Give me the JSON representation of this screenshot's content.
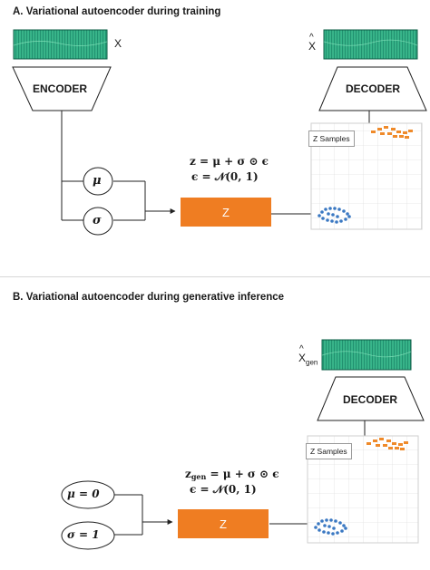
{
  "panel_a": {
    "title": "A. Variational autoencoder during training",
    "input_label": "X",
    "output_label": "X",
    "output_hat": "^",
    "encoder_label": "ENCODER",
    "decoder_label": "DECODER",
    "mu_label": "μ",
    "sigma_label": "σ",
    "z_label": "Z",
    "samples_label": "Z Samples",
    "equation_line1": "z = μ +  σ ⊙ ϵ",
    "equation_line2": "ϵ = 𝒩(0, 1)"
  },
  "panel_b": {
    "title": "B. Variational autoencoder during generative inference",
    "output_label": "X",
    "output_sub": "gen",
    "output_hat": "^",
    "decoder_label": "DECODER",
    "mu_label": "μ = 0",
    "sigma_label": "σ = 1",
    "z_label": "Z",
    "samples_label": "Z Samples",
    "equation_line1_prefix": "z",
    "equation_line1_sub": "gen",
    "equation_line1_rest": " = μ +  σ ⊙ ϵ",
    "equation_line2": "ϵ = 𝒩(0, 1)"
  },
  "colors": {
    "z_box": "#ef7d22",
    "cluster_blue": "#3a78c2",
    "cluster_orange": "#ef8a2a",
    "spectrogram": "#2fae85"
  }
}
